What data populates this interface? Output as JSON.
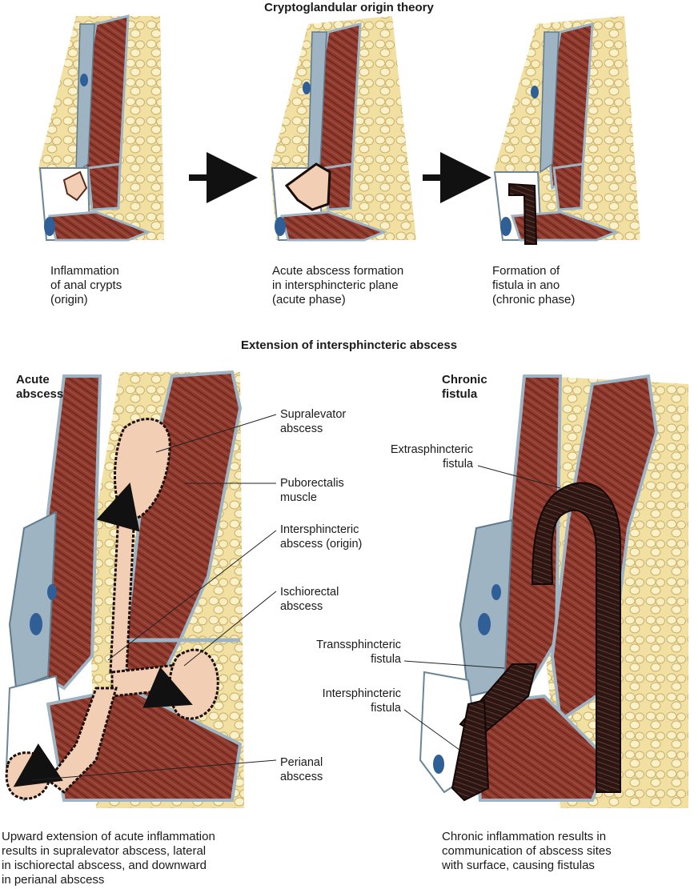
{
  "top_heading": "Cryptoglandular origin theory",
  "stages": [
    {
      "caption": "Inflammation\nof anal crypts\n(origin)"
    },
    {
      "caption": "Acute abscess formation\nin intersphincteric plane\n(acute phase)"
    },
    {
      "caption": "Formation of\nfistula in ano\n(chronic phase)"
    }
  ],
  "bottom_heading": "Extension of intersphincteric abscess",
  "acute": {
    "title": "Acute\nabscess",
    "labels": {
      "supralevator": "Supralevator\nabscess",
      "puborectalis": "Puborectalis\nmuscle",
      "intersphincteric": "Intersphincteric\nabscess (origin)",
      "ischiorectal": "Ischiorectal\nabscess",
      "perianal": "Perianal\nabscess"
    },
    "caption": "Upward extension of acute inflammation\nresults in supralevator abscess, lateral\nin ischiorectal abscess, and downward\nin perianal abscess"
  },
  "chronic": {
    "title": "Chronic\nfistula",
    "labels": {
      "extrasphincteric": "Extrasphincteric\nfistula",
      "transsphincteric": "Transsphincteric\nfistula",
      "intersphincteric": "Intersphincteric\nfistula"
    },
    "caption": "Chronic inflammation results in\ncommunication of abscess sites\nwith surface, causing fistulas"
  },
  "colors": {
    "fat": "#eedc9a",
    "muscle": "#8e3a2e",
    "fascia": "#9fb4c2",
    "abscess": "#f2cfb4",
    "fistula": "#2a1612"
  }
}
